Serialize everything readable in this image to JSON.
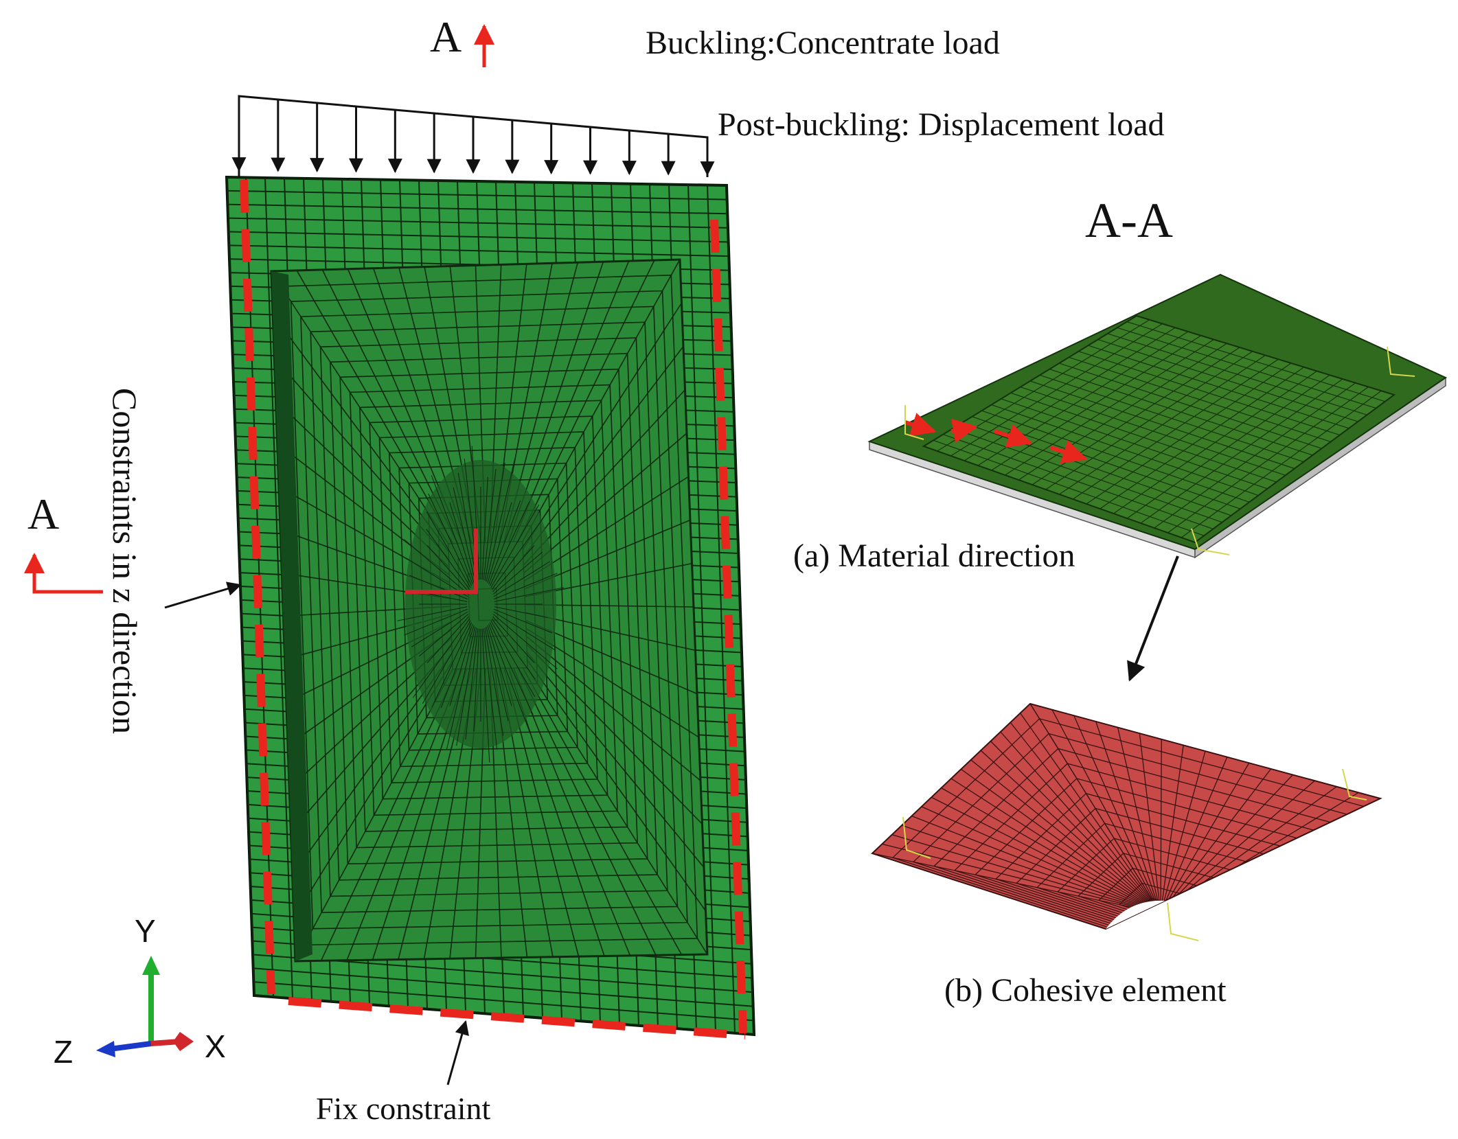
{
  "section_marker": "A",
  "section_title": "A-A",
  "labels": {
    "buckling": "Buckling:Concentrate load",
    "post_buckling": "Post-buckling: Displacement load",
    "constraints_z": "Constraints in z direction",
    "fix_constraint": "Fix constraint",
    "material_direction": "(a) Material direction",
    "cohesive_element": "(b) Cohesive  element"
  },
  "axes": {
    "x": "X",
    "y": "Y",
    "z": "Z"
  },
  "colors": {
    "mesh_green": "#2e9a3f",
    "mesh_line": "#0e2a10",
    "constraint_red": "#e8261d",
    "cohesive_red": "#c84a48",
    "dark_green": "#2a6b1a",
    "axis_green": "#1fae2d",
    "axis_blue": "#1a39c9",
    "axis_red": "#d0262c"
  }
}
